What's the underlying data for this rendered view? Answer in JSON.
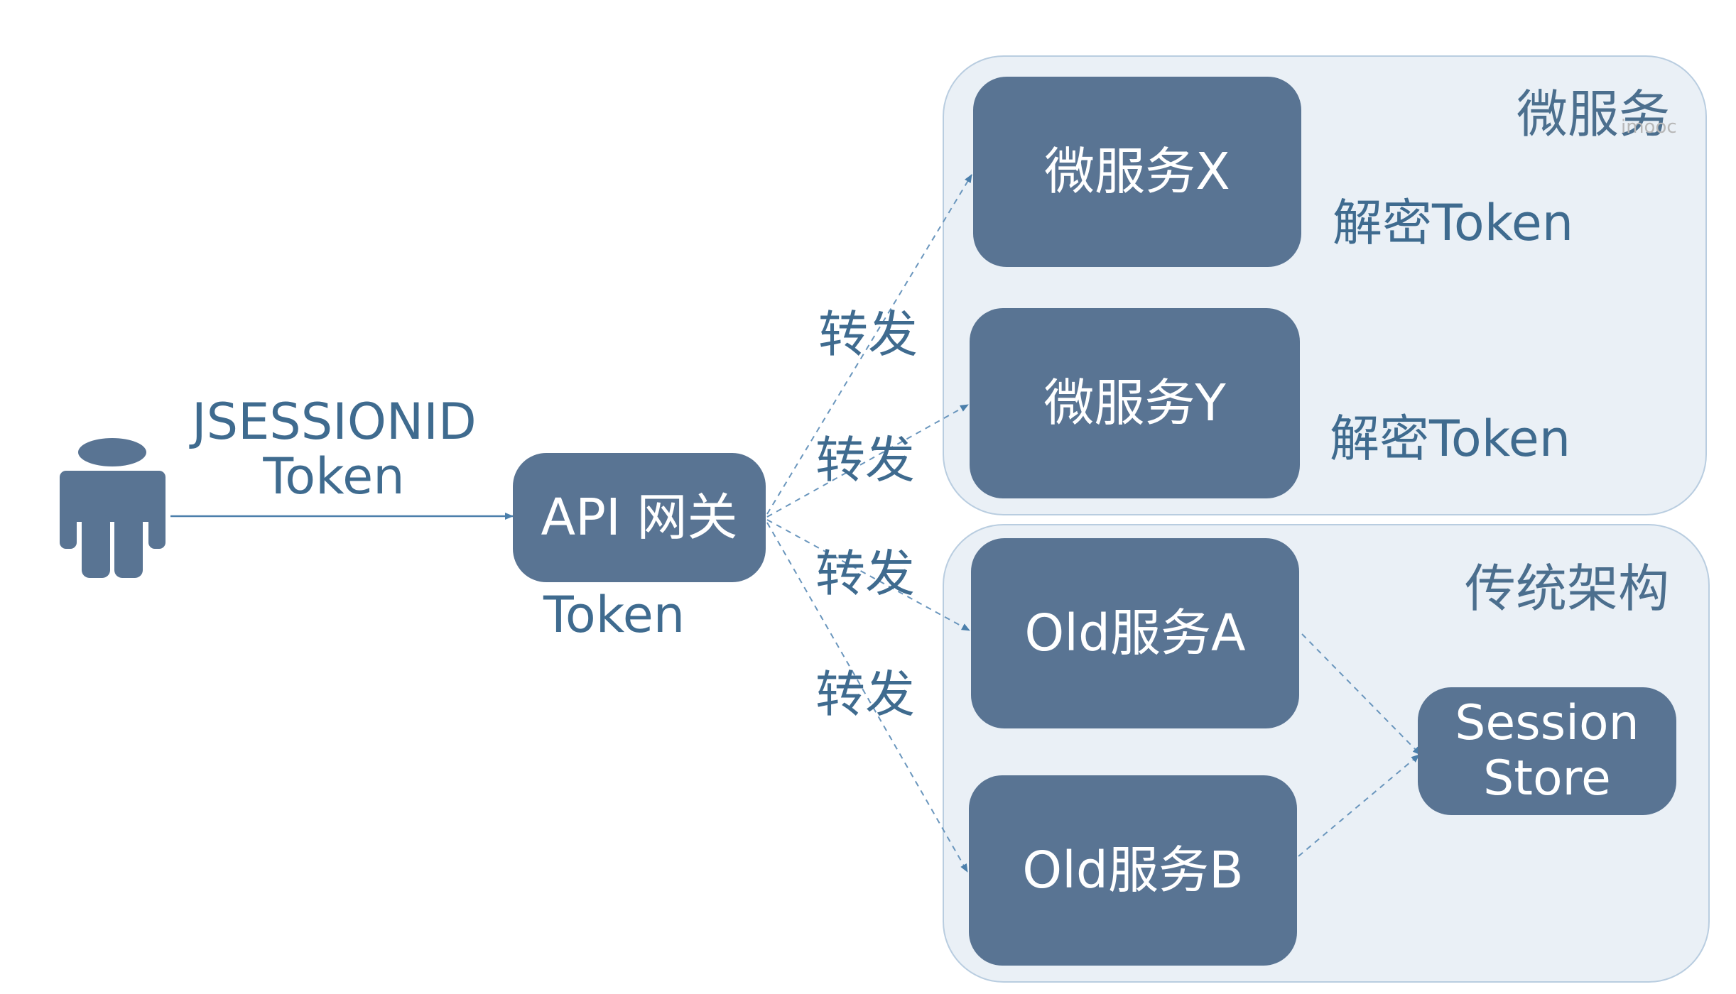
{
  "user": {
    "icon": "person-icon"
  },
  "labels": {
    "client_credentials": [
      "JSESSIONID",
      "Token"
    ],
    "gateway_token": "Token",
    "forward": "转发",
    "decrypt_token": "解密Token"
  },
  "gateway": {
    "label": "API 网关"
  },
  "groups": {
    "microservice": {
      "title": "微服务",
      "nodes": [
        {
          "label": "微服务X"
        },
        {
          "label": "微服务Y"
        }
      ]
    },
    "legacy": {
      "title": "传统架构",
      "nodes": [
        {
          "label": "Old服务A"
        },
        {
          "label": "Old服务B"
        }
      ],
      "session_store": {
        "label": "Session Store",
        "lines": [
          "Session",
          "Store"
        ]
      }
    }
  },
  "watermark": "imooc",
  "colors": {
    "node": "#597493",
    "group_bg": "#eaf0f6",
    "group_border": "#b9cde0",
    "text": "#3f6b8f",
    "connector": "#4b7fab"
  }
}
